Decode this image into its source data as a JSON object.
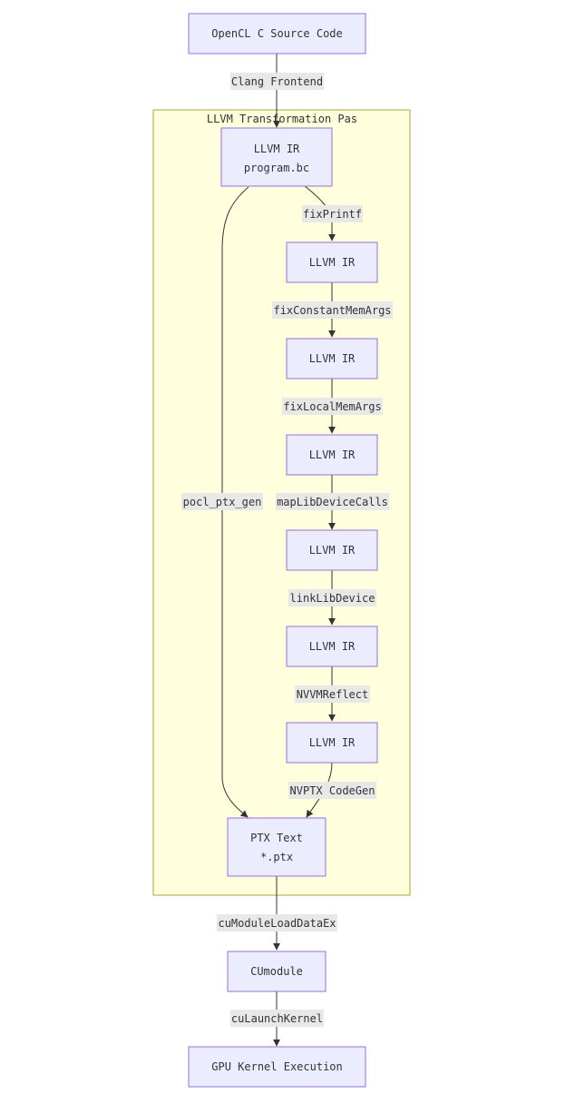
{
  "cluster": {
    "title": "LLVM Transformation Pas"
  },
  "nodes": {
    "source": {
      "label": "OpenCL C Source Code"
    },
    "ir_bc": {
      "line1": "LLVM IR",
      "line2": "program.bc"
    },
    "ir1": {
      "label": "LLVM IR"
    },
    "ir2": {
      "label": "LLVM IR"
    },
    "ir3": {
      "label": "LLVM IR"
    },
    "ir4": {
      "label": "LLVM IR"
    },
    "ir5": {
      "label": "LLVM IR"
    },
    "ir6": {
      "label": "LLVM IR"
    },
    "ptx": {
      "line1": "PTX Text",
      "line2": "*.ptx"
    },
    "cumodule": {
      "label": "CUmodule"
    },
    "gpu": {
      "label": "GPU Kernel Execution"
    }
  },
  "edges": {
    "clang": "Clang Frontend",
    "fixprintf": "fixPrintf",
    "fixconst": "fixConstantMemArgs",
    "fixlocal": "fixLocalMemArgs",
    "maplib": "mapLibDeviceCalls",
    "linklib": "linkLibDevice",
    "nvvm": "NVVMReflect",
    "nvptx": "NVPTX CodeGen",
    "pocl": "pocl_ptx_gen",
    "cuload": "cuModuleLoadDataEx",
    "culaunch": "cuLaunchKernel"
  }
}
